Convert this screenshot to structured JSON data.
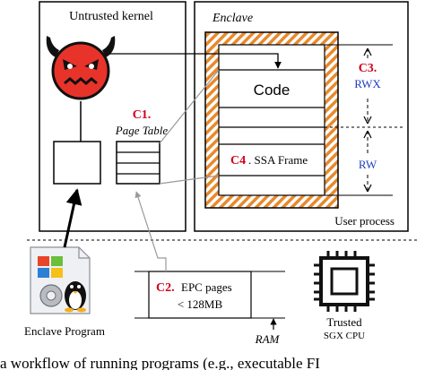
{
  "untrusted_kernel": {
    "title": "Untrusted kernel"
  },
  "enclave_box": {
    "title": "Enclave",
    "user_process": "User process"
  },
  "c1": {
    "tag": "C1.",
    "label": "Page Table"
  },
  "code": {
    "label": "Code"
  },
  "c3": {
    "tag": "C3.",
    "perm": "RWX"
  },
  "c4": {
    "tag": "C4",
    "label": ". SSA Frame"
  },
  "rw": {
    "perm": "RW"
  },
  "c2": {
    "tag": "C2.",
    "label": "EPC pages",
    "limit": "< 128MB"
  },
  "ram": {
    "label": "RAM"
  },
  "enclave_program": {
    "label": "Enclave Program"
  },
  "trusted_cpu": {
    "line1": "Trusted",
    "line2": "SGX CPU"
  },
  "caption": {
    "text": "a workflow of running programs (e.g., executable FI"
  },
  "colors": {
    "accent_red": "#d0021b",
    "accent_blue": "#1f3fbf",
    "hatch": "#e8892b",
    "devil": "#e8332a"
  },
  "icons": [
    "devil-icon",
    "program-file-icon",
    "windows-logo-icon",
    "gear-icon",
    "linux-penguin-icon",
    "cpu-chip-icon"
  ]
}
